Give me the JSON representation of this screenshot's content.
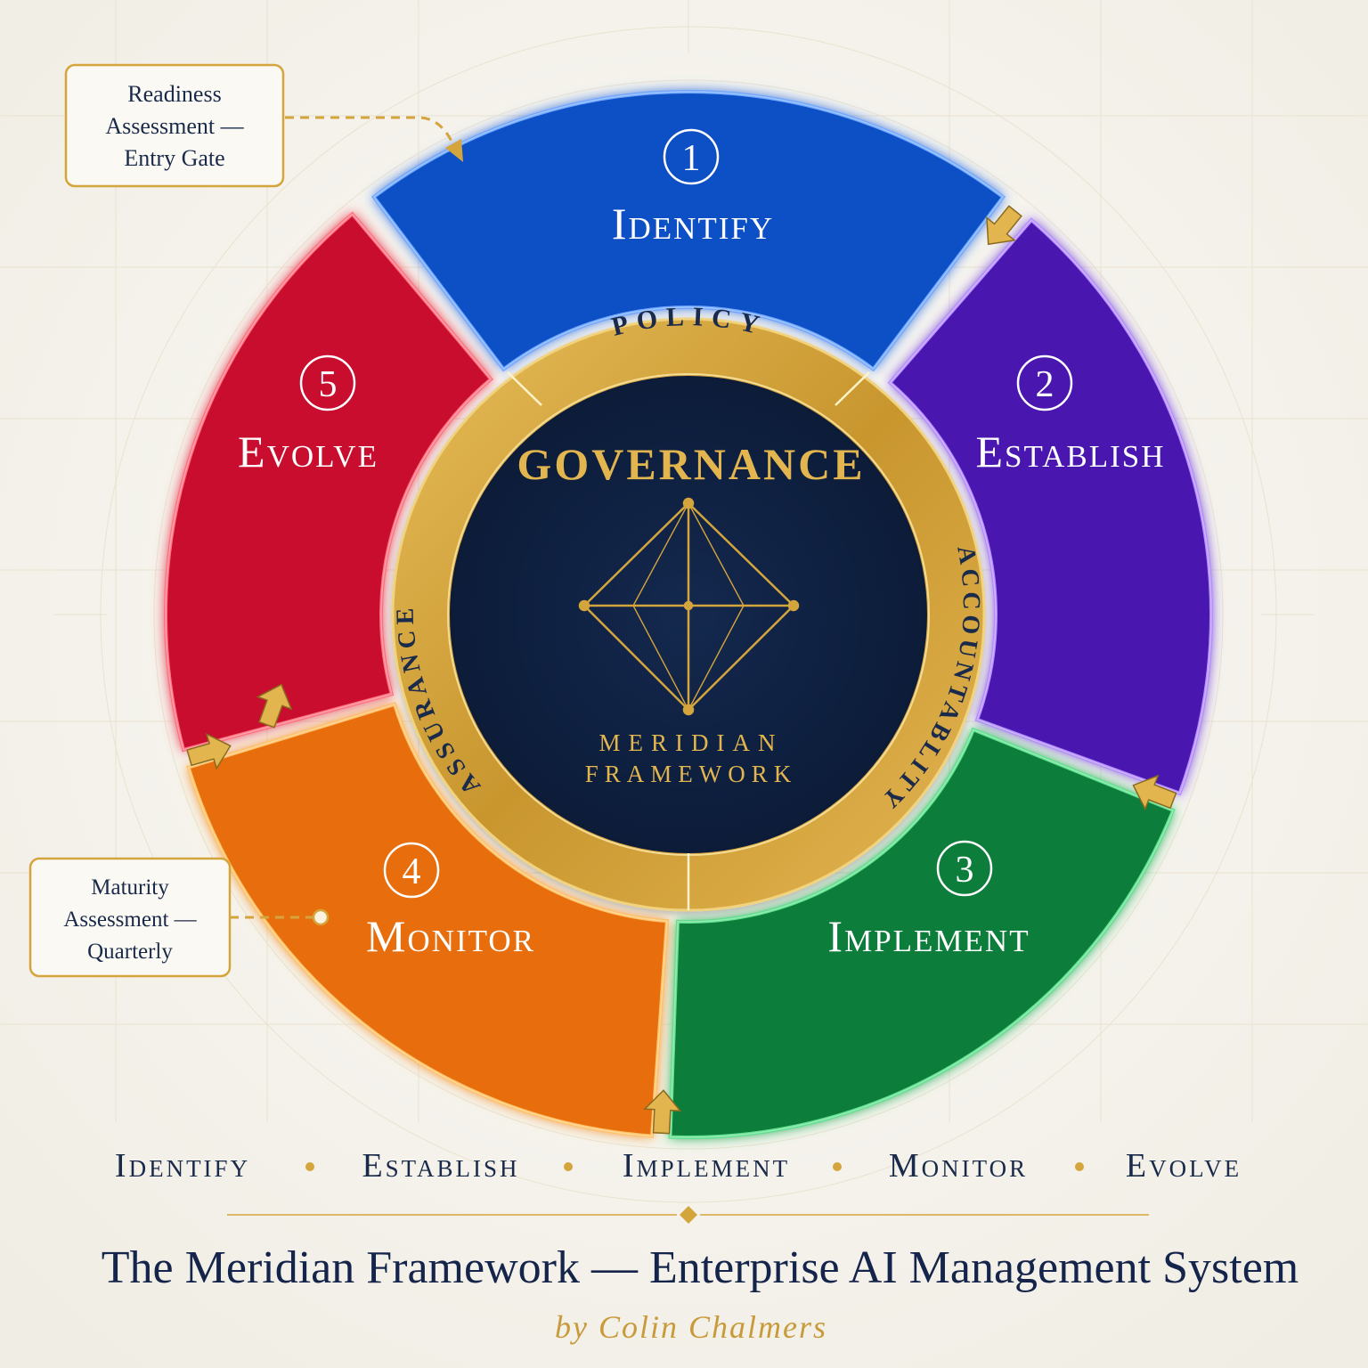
{
  "segments": [
    {
      "number": "1",
      "label": "Identify",
      "color": "#0b4fc4",
      "edge": "#6ea6ff"
    },
    {
      "number": "2",
      "label": "Establish",
      "color": "#4a17b0",
      "edge": "#b48cff"
    },
    {
      "number": "3",
      "label": "Implement",
      "color": "#0b7d3a",
      "edge": "#5fe08e"
    },
    {
      "number": "4",
      "label": "Monitor",
      "color": "#e86e0a",
      "edge": "#ffc266"
    },
    {
      "number": "5",
      "label": "Evolve",
      "color": "#c8102e",
      "edge": "#ff6f7f"
    }
  ],
  "ring": {
    "top": "POLICY",
    "right": "ACCOUNTABLITY",
    "left": "ASSURANCE"
  },
  "center": {
    "title": "GOVERNANCE",
    "subtitle_line1": "MERIDIAN",
    "subtitle_line2": "FRAMEWORK"
  },
  "callouts": {
    "readiness": [
      "Readiness",
      "Assessment —",
      "Entry Gate"
    ],
    "maturity": [
      "Maturity",
      "Assessment —",
      "Quarterly"
    ]
  },
  "sequence": [
    "Identify",
    "Establish",
    "Implement",
    "Monitor",
    "Evolve"
  ],
  "title": "The Meridian Framework — Enterprise AI Management System",
  "byline": "by Colin Chalmers",
  "colors": {
    "gold": "#d4a53c",
    "navy": "#0d1f3f",
    "background": "#f6f4ef"
  }
}
